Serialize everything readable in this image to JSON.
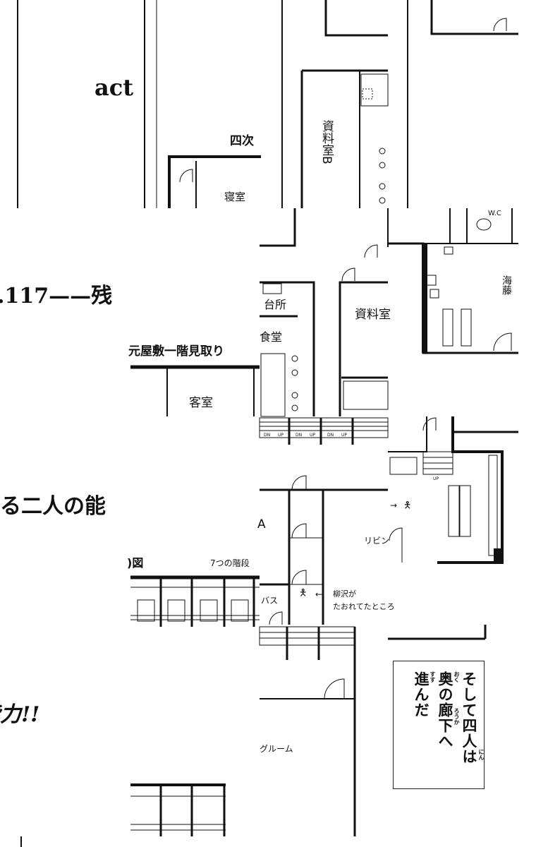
{
  "left_text": {
    "act": "act",
    "chapter": ".117——残",
    "line2": "る二人の能",
    "line3": "能力!!"
  },
  "plan_labels": {
    "yonji": "四次",
    "shinshitsu": "寝室",
    "shiryoshitsu_b": "資料室B",
    "wc": "W.C",
    "kaito": "海藤",
    "daidokoro": "台所",
    "shiryoshitsu": "資料室",
    "shokudo": "食堂",
    "mitori_title": "元屋敷一階見取り",
    "kyakushitsu": "客室",
    "room_a": "A",
    "living": "リビン",
    "zu": ")図",
    "nanatsu": "7つの階段",
    "bath": "バス",
    "yanagisawa_note_1": "柳沢が",
    "yanagisawa_note_2": "たおれてたところ",
    "dining_room": "グルーム",
    "arrow": "→",
    "arrow_left": "←",
    "dn": "DN",
    "up": "UP"
  },
  "caption": {
    "col1": "そして四人は",
    "col2": "奥の廊下へ",
    "col3": "進んだ",
    "ruby_nin": "にん",
    "ruby_oku": "おく",
    "ruby_rouka": "ろうか",
    "ruby_susu": "すす"
  }
}
